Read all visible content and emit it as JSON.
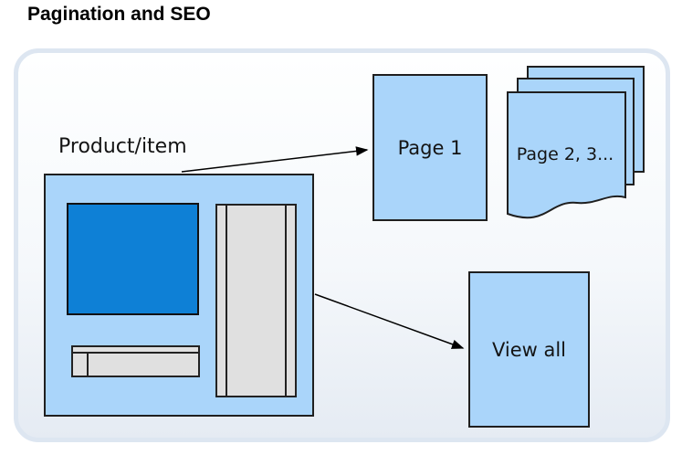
{
  "page": {
    "title": "Pagination and SEO"
  },
  "diagram": {
    "product": {
      "label": "Product/item"
    },
    "page1": {
      "label": "Page 1"
    },
    "page_stack": {
      "label": "Page 2, 3..."
    },
    "view_all": {
      "label": "View all"
    }
  },
  "colors": {
    "page_box_fill": "#aad5fa",
    "image_placeholder_fill": "#0e80d6",
    "gray_element_fill": "#e0e0e0",
    "panel_border": "#dde6f1",
    "outline": "#1f1f1f"
  }
}
